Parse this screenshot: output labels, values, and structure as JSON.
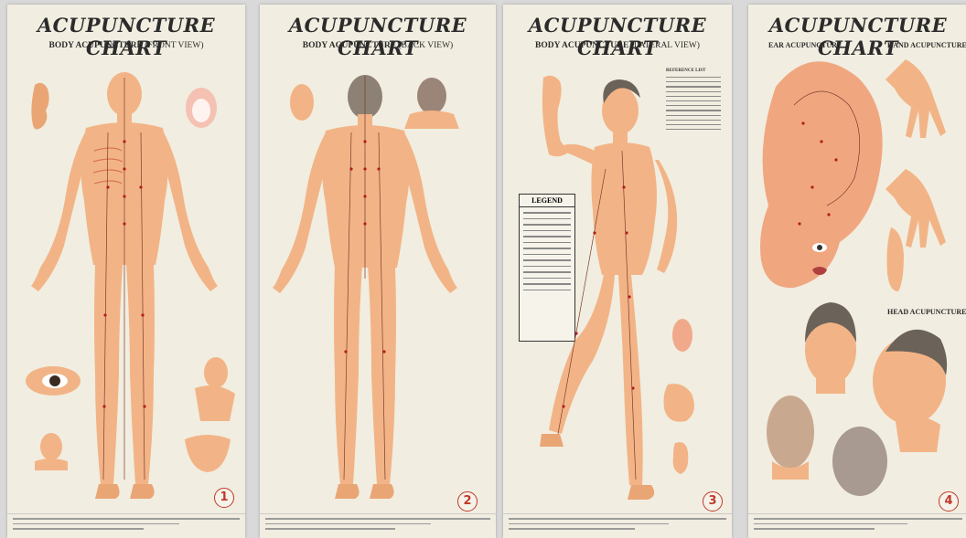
{
  "colors": {
    "background": "#d9d9d9",
    "paper": "#f1ede0",
    "skin": "#f2b486",
    "badge": "#c0392b"
  },
  "posters": [
    {
      "title": "ACUPUNCTURE CHART",
      "subtitle": "BODY ACUPUNCTURE",
      "view": "(FRONT VIEW)",
      "number": "1"
    },
    {
      "title": "ACUPUNCTURE CHART",
      "subtitle": "BODY ACUPUNCTURE",
      "view": "(BACK VIEW)",
      "number": "2"
    },
    {
      "title": "ACUPUNCTURE CHART",
      "subtitle": "BODY ACUPUNCTURE",
      "view": "(LATERAL VIEW)",
      "number": "3",
      "legend": "LEGEND",
      "reference": "REFERENCE LIST"
    },
    {
      "title": "ACUPUNCTURE CHART",
      "ear_label": "EAR ACUPUNCTURE",
      "hand_label": "HAND ACUPUNCTURE",
      "head_label": "HEAD ACUPUNCTURE",
      "number": "4"
    }
  ]
}
